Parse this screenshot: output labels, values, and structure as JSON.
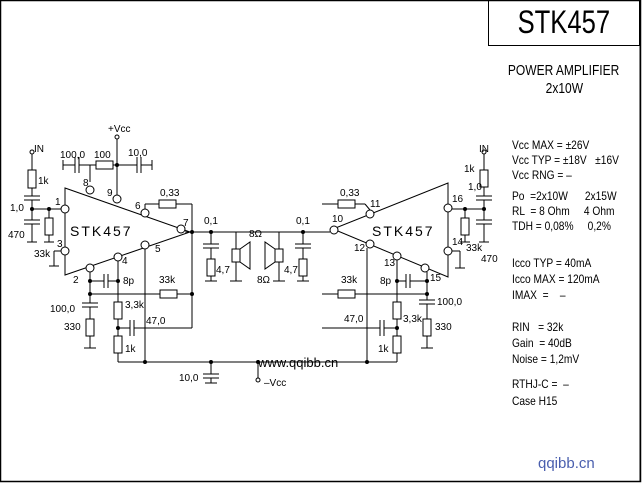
{
  "title": "STK457",
  "subtitle": "POWER AMPLIFIER",
  "subtitle2": "2x10W",
  "watermark_inline": "www.qqibb.cn",
  "watermark_corner": "qqibb.cn",
  "specs": {
    "vcc_max": "Vcc MAX = ±26V",
    "vcc_typ": "Vcc TYP = ±18V   ±16V",
    "vcc_rng": "Vcc RNG = –",
    "po": "Po  =2x10W      2x15W",
    "rl": "RL  = 8 Ohm     4 Ohm",
    "tdh": "TDH = 0,08%     0,2%",
    "icco_typ": "Icco TYP = 40mA",
    "icco_max": "Icco MAX = 120mA",
    "imax": "IMAX  =    –",
    "rin": "RIN   = 32k",
    "gain": "Gain  = 40dB",
    "noise": "Noise = 1,2mV",
    "rthj": "RTHJ-C =  –",
    "case": "Case H15"
  },
  "schematic": {
    "chip_label_left": "STK457",
    "chip_label_right": "STK457",
    "vcc_pos": "+Vcc",
    "vcc_neg": "–Vcc",
    "in_left": "IN",
    "in_right": "IN",
    "pins_left": [
      "1",
      "2",
      "3",
      "4",
      "5",
      "6",
      "7",
      "8",
      "9"
    ],
    "pins_right": [
      "10",
      "11",
      "12",
      "13",
      "14",
      "15",
      "16"
    ],
    "components": {
      "c_100_0": "100,0",
      "r_100": "100",
      "c_10_0_top": "10,0",
      "r_1k_in_l": "1k",
      "c_1_0_l": "1,0",
      "c_470_l": "470",
      "r_33k_in_l": "33k",
      "r_0_33_l": "0,33",
      "c_0_1_l": "0,1",
      "r_4_7_l": "4,7",
      "spk_l": "8Ω",
      "c_8p_l": "8p",
      "r_33k_fb_l": "33k",
      "r_3_3k_l": "3,3k",
      "c_47_0_l": "47,0",
      "r_1k_l": "1k",
      "c_100_0_l": "100,0",
      "r_330_l": "330",
      "c_10_0_bot": "10,0",
      "r_0_33_r": "0,33",
      "c_0_1_r": "0,1",
      "r_4_7_r": "4,7",
      "spk_r": "8Ω",
      "r_1k_in_r": "1k",
      "c_1_0_r": "1,0",
      "r_33k_in_r": "33k",
      "c_470_r": "470",
      "c_8p_r": "8p",
      "r_33k_fb_r": "33k",
      "r_3_3k_r": "3,3k",
      "c_47_0_r": "47,0",
      "r_1k_r": "1k",
      "c_100_0_r": "100,0",
      "r_330_r": "330"
    }
  }
}
